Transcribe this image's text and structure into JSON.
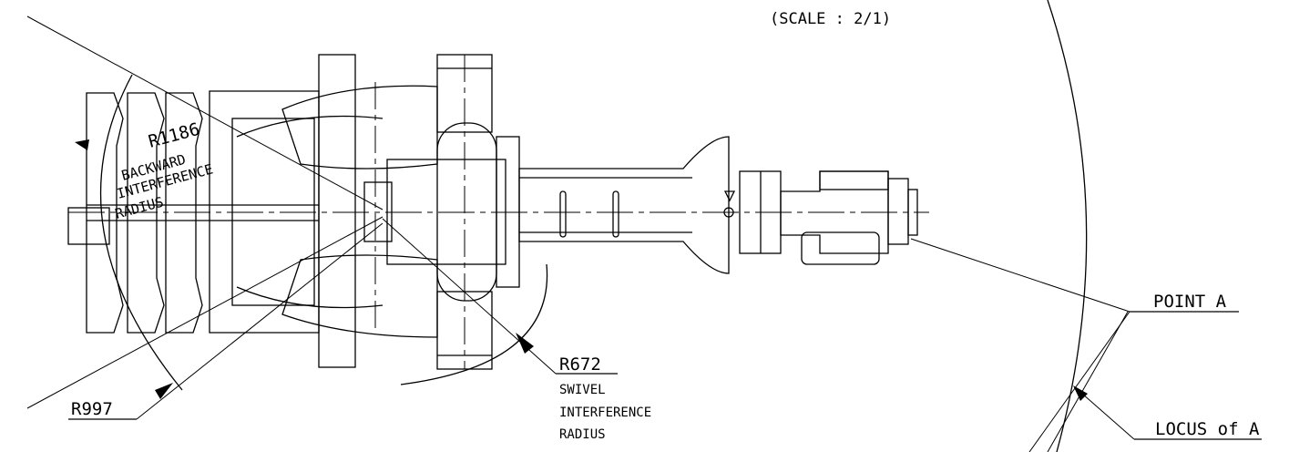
{
  "scale_note": "(SCALE : 2/1)",
  "backward": {
    "radius": "R1186",
    "label_1": "BACKWARD",
    "label_2": "INTERFERENCE",
    "label_3": "RADIUS"
  },
  "swivel": {
    "radius": "R672",
    "label_1": "SWIVEL",
    "label_2": "INTERFERENCE",
    "label_3": "RADIUS"
  },
  "front_radius": "R997",
  "point_a": "POINT A",
  "locus_a": "LOCUS of A",
  "colors": {
    "line": "#000000",
    "background": "#ffffff"
  }
}
